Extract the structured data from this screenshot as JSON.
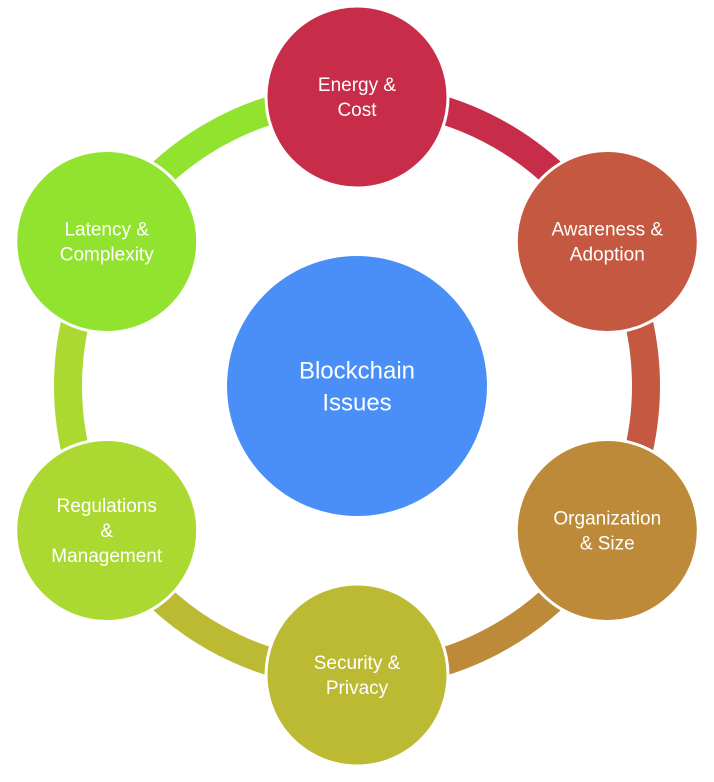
{
  "diagram": {
    "title": "Blockchain Issues",
    "center": {
      "lines": [
        "Blockchain",
        "Issues"
      ],
      "color": "#4A8FF8"
    },
    "nodes": [
      {
        "id": "energy-cost",
        "lines": [
          "Energy &",
          "Cost"
        ],
        "color": "#C72C48"
      },
      {
        "id": "awareness-adoption",
        "lines": [
          "Awareness &",
          "Adoption"
        ],
        "color": "#C45840"
      },
      {
        "id": "organization-size",
        "lines": [
          "Organization",
          "& Size"
        ],
        "color": "#BC8A38"
      },
      {
        "id": "security-privacy",
        "lines": [
          "Security &",
          "Privacy"
        ],
        "color": "#BBBA32"
      },
      {
        "id": "regulations-management",
        "lines": [
          "Regulations",
          "&",
          "Management"
        ],
        "color": "#ABD932"
      },
      {
        "id": "latency-complexity",
        "lines": [
          "Latency &",
          "Complexity"
        ],
        "color": "#92E32F"
      }
    ]
  }
}
